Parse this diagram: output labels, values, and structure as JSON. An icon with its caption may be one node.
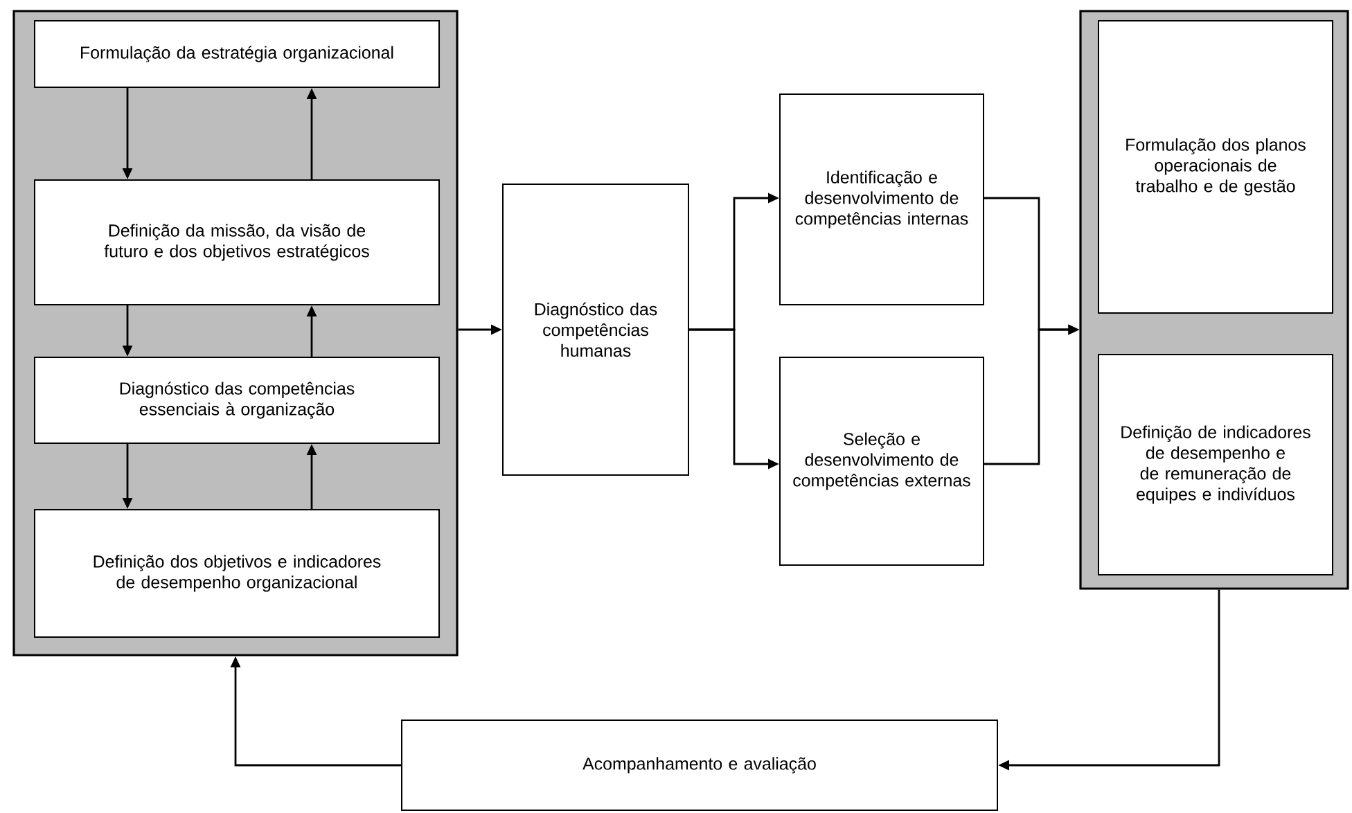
{
  "diagram": {
    "nodes": [
      {
        "text": [],
        "shape": "box"
      },
      {
        "text": [
          "Formulação da estratégia organizacional"
        ],
        "in": 0
      },
      {
        "text": [
          "Definição da missão, da visão de futuro e dos objetivos estratégicos"
        ],
        "in": 0
      },
      {
        "text": [
          "Diagnóstico das competências essenciais à organização"
        ],
        "in": 0
      },
      {
        "text": [
          "Definição dos objetivos e indicadores de desempenho organizacional"
        ],
        "in": 0
      },
      {
        "text": [
          "Diagnóstico das competências humanas"
        ]
      },
      {
        "text": [
          "Identificação e desenvolvimento de competências internas"
        ]
      },
      {
        "text": [
          "Seleção e desenvolvimento de competências externas"
        ]
      },
      {
        "text": [],
        "shape": "box"
      },
      {
        "text": [
          "Formulação dos planos operacionais de trabalho e de gestão"
        ],
        "in": 8
      },
      {
        "text": [
          "Definição de indicadores de desempenho e de remuneração de equipes e indivíduos"
        ],
        "in": 8
      },
      {
        "text": [
          "Acompanhamento e avaliação"
        ]
      }
    ],
    "edges": [
      {
        "from": 1,
        "to": 2,
        "arrow": "to"
      },
      {
        "from": 2,
        "to": 1,
        "arrow": "to"
      },
      {
        "from": 2,
        "to": 3,
        "arrow": "to"
      },
      {
        "from": 3,
        "to": 2,
        "arrow": "to"
      },
      {
        "from": 3,
        "to": 4,
        "arrow": "to"
      },
      {
        "from": 4,
        "to": 3,
        "arrow": "to"
      },
      {
        "from": 0,
        "to": 5,
        "arrow": "to"
      },
      {
        "from": 5,
        "to": 6,
        "arrow": "to"
      },
      {
        "from": 5,
        "to": 7,
        "arrow": "to"
      },
      {
        "from": 6,
        "to": 8,
        "arrow": "to"
      },
      {
        "from": 7,
        "to": 8,
        "arrow": "to"
      },
      {
        "from": 8,
        "to": 11,
        "arrow": "to"
      },
      {
        "from": 11,
        "to": 0,
        "arrow": "to"
      }
    ]
  }
}
